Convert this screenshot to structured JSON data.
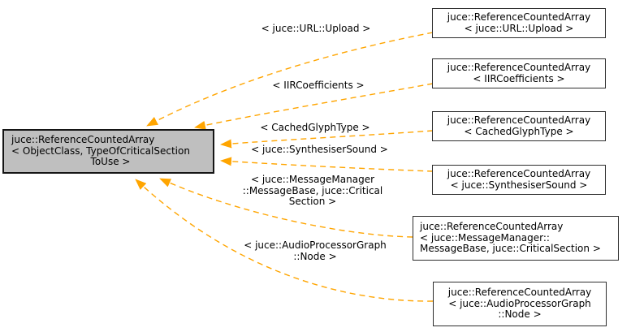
{
  "diagram": {
    "kind": "class-template-instantiation-graph",
    "colors": {
      "edge": "#ffa500",
      "central_fill": "#bfbfbf",
      "node_fill": "#ffffff",
      "border": "#2e2e2e",
      "central_border": "#151515",
      "text": "#000000",
      "background": "#ffffff"
    },
    "central_node": {
      "lines": [
        "juce::ReferenceCountedArray",
        "< ObjectClass, TypeOfCriticalSection",
        "ToUse >"
      ]
    },
    "instance_nodes": [
      {
        "id": "url-upload",
        "lines": [
          "juce::ReferenceCountedArray",
          "< juce::URL::Upload >"
        ]
      },
      {
        "id": "iir-coefficients",
        "lines": [
          "juce::ReferenceCountedArray",
          "< IIRCoefficients >"
        ]
      },
      {
        "id": "cached-glyph-type",
        "lines": [
          "juce::ReferenceCountedArray",
          "< CachedGlyphType >"
        ]
      },
      {
        "id": "synthesiser-sound",
        "lines": [
          "juce::ReferenceCountedArray",
          "< juce::SynthesiserSound >"
        ]
      },
      {
        "id": "message-manager",
        "lines": [
          "juce::ReferenceCountedArray",
          "< juce::MessageManager::",
          "MessageBase, juce::CriticalSection >"
        ]
      },
      {
        "id": "audio-processor-graph-node",
        "lines": [
          "juce::ReferenceCountedArray",
          "< juce::AudioProcessorGraph",
          "::Node >"
        ]
      }
    ],
    "edge_labels": [
      {
        "lines": [
          "< juce::URL::Upload >"
        ]
      },
      {
        "lines": [
          "< IIRCoefficients >"
        ]
      },
      {
        "lines": [
          "< CachedGlyphType >"
        ]
      },
      {
        "lines": [
          "< juce::SynthesiserSound >"
        ]
      },
      {
        "lines": [
          "< juce::MessageManager",
          "::MessageBase, juce::Critical",
          "Section >"
        ]
      },
      {
        "lines": [
          "< juce::AudioProcessorGraph",
          "::Node >"
        ]
      }
    ]
  }
}
